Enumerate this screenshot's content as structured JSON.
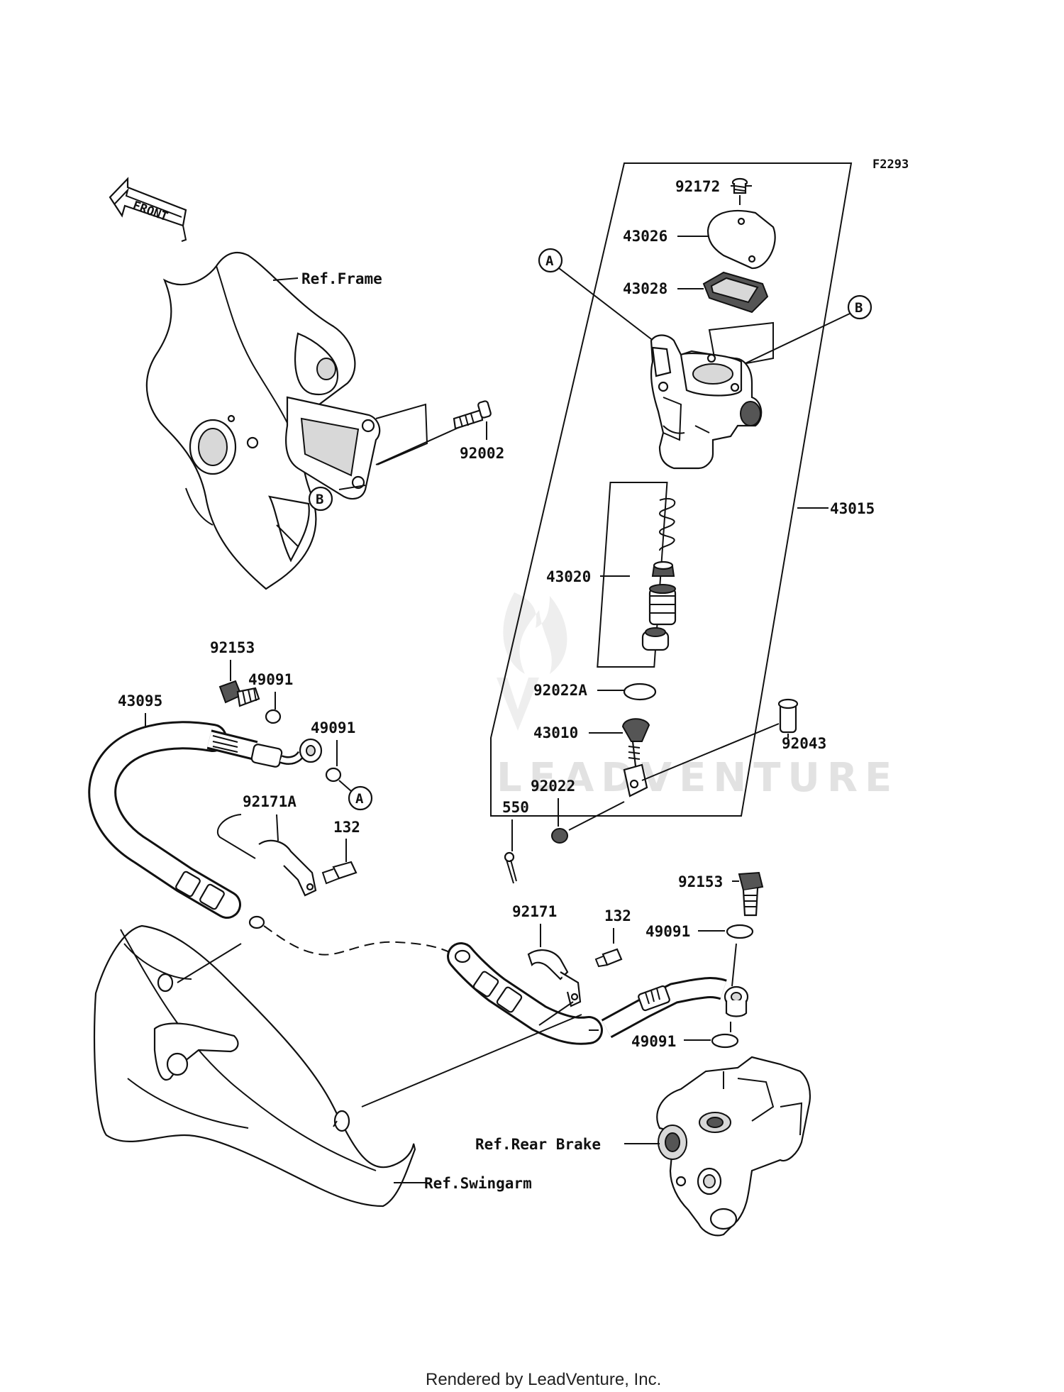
{
  "figure_code": "F2293",
  "front_label": "FRONT",
  "watermark": "LEADVENTURE",
  "footer": "Rendered by LeadVenture, Inc.",
  "parts": {
    "p92172": "92172",
    "p43026": "43026",
    "p43028": "43028",
    "p92002": "92002",
    "p43015": "43015",
    "p43020": "43020",
    "p92022A": "92022A",
    "p43010": "43010",
    "p92043": "92043",
    "p92022": "92022",
    "p550": "550",
    "p92153a": "92153",
    "p49091a": "49091",
    "p43095": "43095",
    "p49091b": "49091",
    "p92171A": "92171A",
    "p132a": "132",
    "p92153b": "92153",
    "p92171": "92171",
    "p132b": "132",
    "p49091c": "49091",
    "p49091d": "49091"
  },
  "refs": {
    "frame": "Ref.Frame",
    "rear_brake": "Ref.Rear Brake",
    "swingarm": "Ref.Swingarm"
  },
  "markers": {
    "a_top": "A",
    "b_top": "B",
    "b_frame": "B",
    "a_hose": "A"
  }
}
